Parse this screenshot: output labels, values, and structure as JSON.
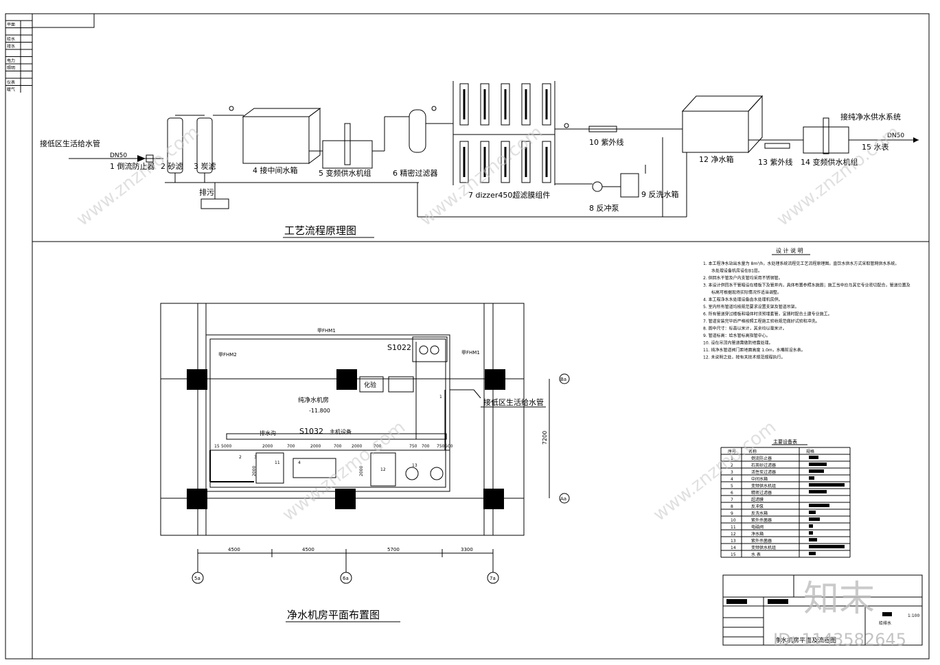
{
  "left_strip": [
    "平面",
    "",
    "给水",
    "排水",
    "",
    "电力",
    "照明",
    "",
    "仪表",
    "暖气"
  ],
  "process": {
    "title": "工艺流程原理图",
    "inlet_label": "接低区生活给水管",
    "inlet_dn": "DN50",
    "outlet_label": "接纯净水供水系统",
    "outlet_dn": "DN50",
    "drain_label": "排污",
    "components": [
      "1 倒流防止器",
      "2 砂滤",
      "3 炭滤",
      "4 接中间水箱",
      "5 变频供水机组",
      "6 精密过滤器",
      "7 dizzer450超滤膜组件",
      "8 反冲泵",
      "9 反洗水箱",
      "10 紫外线",
      "12 净水箱",
      "13 紫外线",
      "14 变频供水机组",
      "15 水表"
    ]
  },
  "notes": {
    "heading": "设 计 说 明",
    "items": [
      "1. 本工程净水站出水量为 8m³/h，水处理系统流程见工艺流程原理图。直饮水供水方式采取管网供水系统。水处理设备机房设在B1层。",
      "2. 供回水干管及户内支管均采用不锈钢管。",
      "3. 本设计供回水干管暗设在楼板下及管井内，具体布置参照水施图；施工当中应与其它专业密切配合，管道位置及标高可根据现场实际情况作适当调整。",
      "4. 本工程净水水处理设备由水处理机房供。",
      "5. 室内所有管道均按规范要求设置支架及管道吊架。",
      "6. 所有管道穿过楼板和墙体时须预埋套管，宜随时配合土建专业施工。",
      "7. 管道安装完毕后严格按照工程施工验收规范做好试验和冲洗。",
      "8. 图中尺寸：标高以米计，其余均以毫米计。",
      "9. 管道标高：给水管标高指管中心。",
      "10. 设在吊顶内管道需做防结露处理。",
      "11. 纯净水管道阀门距地面高度 1.0m，水嘴前设水表。",
      "12. 未说明之处，按有关技术规范规程执行。"
    ]
  },
  "equipment_table": {
    "title": "主要设备表",
    "headers": [
      "序号",
      "名称",
      "规格"
    ],
    "rows": [
      [
        "1",
        "倒流防止器"
      ],
      [
        "2",
        "石英砂过滤器"
      ],
      [
        "3",
        "活性炭过滤器"
      ],
      [
        "4",
        "中间水箱"
      ],
      [
        "5",
        "变频供水机组"
      ],
      [
        "6",
        "精密过滤器"
      ],
      [
        "7",
        "超滤膜"
      ],
      [
        "8",
        "反冲泵"
      ],
      [
        "9",
        "反洗水箱"
      ],
      [
        "10",
        "紫外杀菌器"
      ],
      [
        "11",
        "电磁阀"
      ],
      [
        "12",
        "净水箱"
      ],
      [
        "13",
        "紫外杀菌器"
      ],
      [
        "14",
        "变频供水机组"
      ],
      [
        "15",
        "水  表"
      ]
    ]
  },
  "plan": {
    "title": "净水机房平面布置图",
    "room_label": "纯净水机房",
    "elevation": "-11.800",
    "s1022": "S1022",
    "s1032": "S1032",
    "huayan": "化验",
    "paishui": "排水沟",
    "zhuji": "主机设备",
    "inlet_pipe": "接低区生活给水管",
    "doors": [
      "甲FHM1",
      "甲FHM2",
      "甲FHM1"
    ],
    "dims_bottom": [
      "4500",
      "4500",
      "5700",
      "3300"
    ],
    "dim_side": "7200",
    "axes_bottom": [
      "5a",
      "6a",
      "7a"
    ],
    "axes_right": [
      "Ba",
      "Aa"
    ],
    "inner_dims": [
      "15",
      "5000",
      "2000",
      "700",
      "2000",
      "700",
      "2000",
      "700",
      "750",
      "700",
      "750",
      "500"
    ],
    "inner_nums": [
      "1",
      "2",
      "3",
      "4",
      "11",
      "12",
      "13"
    ],
    "height_dims": [
      "2000",
      "2000"
    ]
  },
  "title_block": {
    "scale": "1:100",
    "sheet_title": "净水机房平面及流程图",
    "code": "给排水"
  },
  "watermark": {
    "brand": "知末",
    "id": "ID: 1143582645",
    "site": "www.znzmo.com"
  }
}
